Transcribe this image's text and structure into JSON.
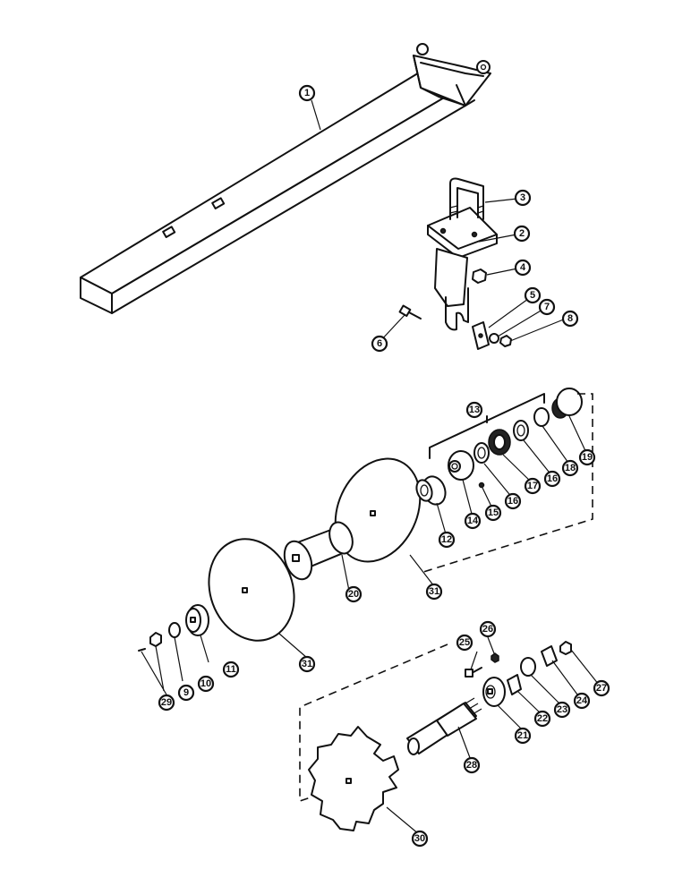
{
  "callouts": [
    {
      "id": "c1",
      "label": "1"
    },
    {
      "id": "c2",
      "label": "2"
    },
    {
      "id": "c3",
      "label": "3"
    },
    {
      "id": "c4",
      "label": "4"
    },
    {
      "id": "c5",
      "label": "5"
    },
    {
      "id": "c6",
      "label": "6"
    },
    {
      "id": "c7",
      "label": "7"
    },
    {
      "id": "c8",
      "label": "8"
    },
    {
      "id": "c9",
      "label": "9"
    },
    {
      "id": "c10",
      "label": "10"
    },
    {
      "id": "c11",
      "label": "11"
    },
    {
      "id": "c12",
      "label": "12"
    },
    {
      "id": "c13",
      "label": "13"
    },
    {
      "id": "c14",
      "label": "14"
    },
    {
      "id": "c15",
      "label": "15"
    },
    {
      "id": "c16a",
      "label": "16"
    },
    {
      "id": "c16b",
      "label": "16"
    },
    {
      "id": "c17",
      "label": "17"
    },
    {
      "id": "c18",
      "label": "18"
    },
    {
      "id": "c19",
      "label": "19"
    },
    {
      "id": "c20",
      "label": "20"
    },
    {
      "id": "c21",
      "label": "21"
    },
    {
      "id": "c22",
      "label": "22"
    },
    {
      "id": "c23",
      "label": "23"
    },
    {
      "id": "c24",
      "label": "24"
    },
    {
      "id": "c25",
      "label": "25"
    },
    {
      "id": "c26",
      "label": "26"
    },
    {
      "id": "c27",
      "label": "27"
    },
    {
      "id": "c28",
      "label": "28"
    },
    {
      "id": "c29",
      "label": "29"
    },
    {
      "id": "c30",
      "label": "30"
    },
    {
      "id": "c31a",
      "label": "31"
    },
    {
      "id": "c31b",
      "label": "31"
    }
  ]
}
